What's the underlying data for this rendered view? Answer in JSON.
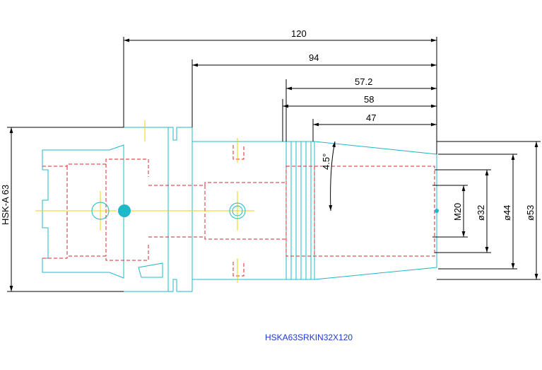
{
  "dimensions": {
    "overall_length": "120",
    "length_94": "94",
    "length_57_2": "57.2",
    "length_58": "58",
    "length_47": "47",
    "taper_angle": "4.5°",
    "thread": "M20",
    "dia_32": "ø32",
    "dia_44": "ø44",
    "dia_53": "ø53",
    "shank": "HSK-A 63"
  },
  "part_name": "HSKA63SRKIN32X120",
  "colors": {
    "outline": "#1fb8c8",
    "hidden": "#e0262a",
    "centerline": "#e8d400",
    "dimension": "#000000",
    "caption": "#1f3ad0"
  }
}
